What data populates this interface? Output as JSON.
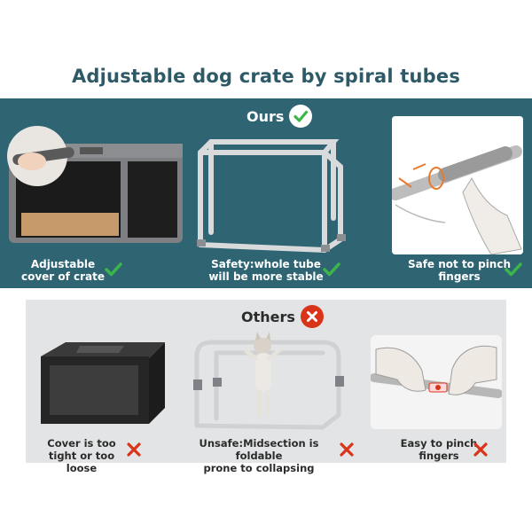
{
  "title": "Adjustable dog crate by spiral tubes",
  "ours": {
    "label": "Ours",
    "items": [
      {
        "caption_line1": "Adjustable",
        "caption_line2": "cover of crate"
      },
      {
        "caption_line1": "Safety:whole tube",
        "caption_line2": "will be more stable"
      },
      {
        "caption_line1": "Safe not to pinch",
        "caption_line2": "fingers"
      }
    ]
  },
  "others": {
    "label": "Others",
    "items": [
      {
        "caption_line1": "Cover is too",
        "caption_line2": "tight or too loose"
      },
      {
        "caption_line1": "Unsafe:Midsection is foldable",
        "caption_line2": "prone to collapsing"
      },
      {
        "caption_line1": "Easy to pinch",
        "caption_line2": "fingers"
      }
    ]
  },
  "colors": {
    "title": "#2d5a66",
    "ours_panel": "#2f6473",
    "others_panel": "#e3e4e5",
    "check_green": "#3cb54a",
    "cross_red": "#d9331a"
  },
  "icons": [
    "check-circle-icon",
    "cross-circle-icon",
    "check-icon",
    "cross-icon"
  ]
}
